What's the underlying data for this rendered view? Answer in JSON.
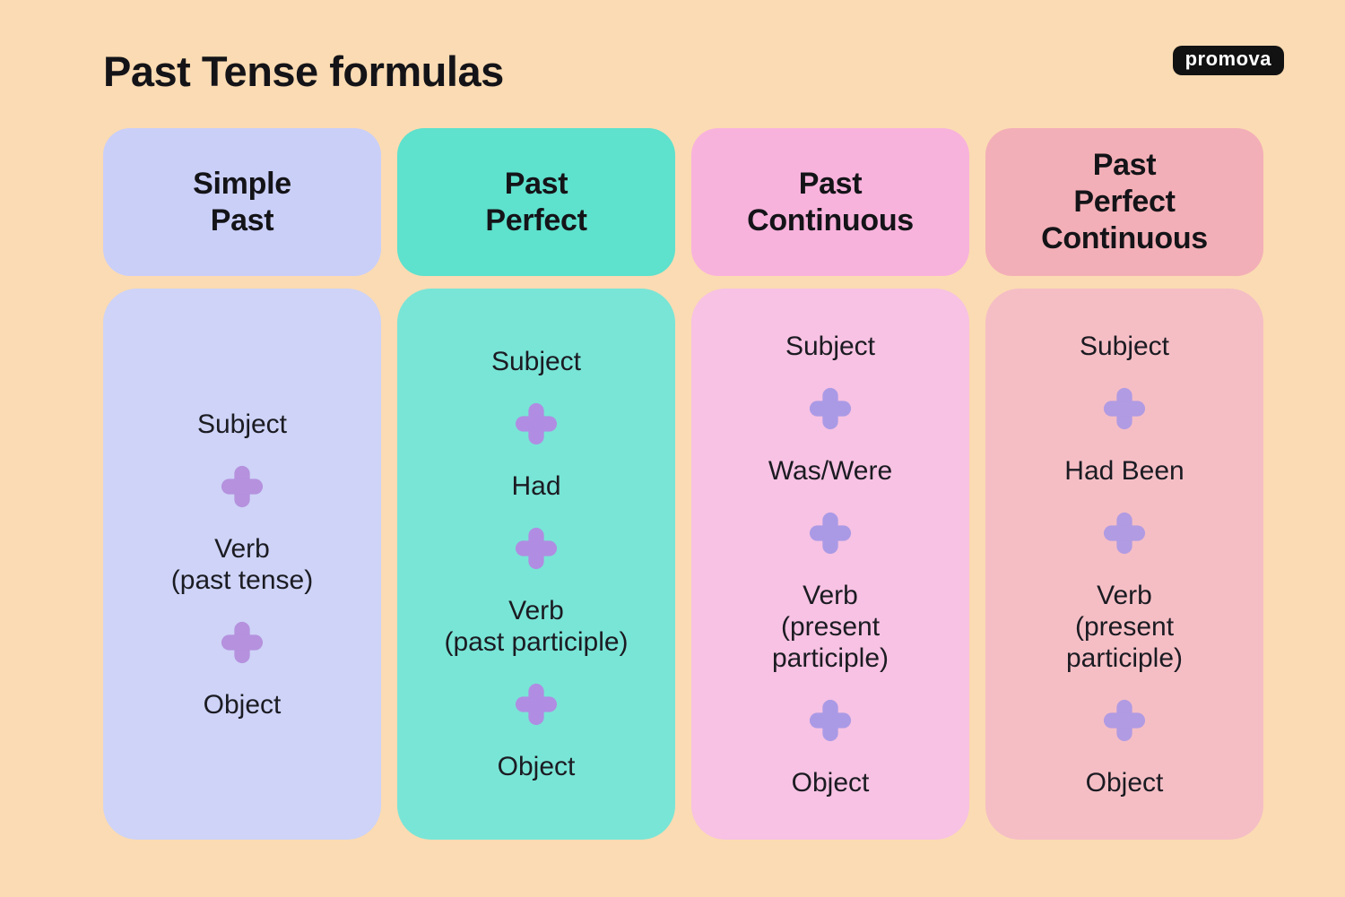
{
  "title": "Past Tense formulas",
  "logo": {
    "text": "promova",
    "bg": "#121212",
    "fg": "#ffffff"
  },
  "page_bg": "#FBDBB3",
  "columns": [
    {
      "name": "simple-past",
      "header_lines": [
        "Simple",
        "Past"
      ],
      "header_bg": "#CACFF8",
      "body_bg": "#CED3F7",
      "plus_color": "#B591DE",
      "parts": [
        [
          "Subject"
        ],
        [
          "Verb",
          "(past tense)"
        ],
        [
          "Object"
        ]
      ]
    },
    {
      "name": "past-perfect",
      "header_lines": [
        "Past",
        "Perfect"
      ],
      "header_bg": "#5EE1CD",
      "body_bg": "#79E5D6",
      "plus_color": "#B08DE2",
      "parts": [
        [
          "Subject"
        ],
        [
          "Had"
        ],
        [
          "Verb",
          "(past participle)"
        ],
        [
          "Object"
        ]
      ]
    },
    {
      "name": "past-continuous",
      "header_lines": [
        "Past",
        "Continuous"
      ],
      "header_bg": "#F8B3DC",
      "body_bg": "#F7C2E3",
      "plus_color": "#AA9AE6",
      "parts": [
        [
          "Subject"
        ],
        [
          "Was/Were"
        ],
        [
          "Verb",
          "(present",
          "participle)"
        ],
        [
          "Object"
        ]
      ]
    },
    {
      "name": "past-perfect-continuous",
      "header_lines": [
        "Past",
        "Perfect",
        "Continuous"
      ],
      "header_bg": "#F3AFB7",
      "body_bg": "#F5BEC5",
      "plus_color": "#B19BE3",
      "parts": [
        [
          "Subject"
        ],
        [
          "Had Been"
        ],
        [
          "Verb",
          "(present",
          "participle)"
        ],
        [
          "Object"
        ]
      ]
    }
  ]
}
